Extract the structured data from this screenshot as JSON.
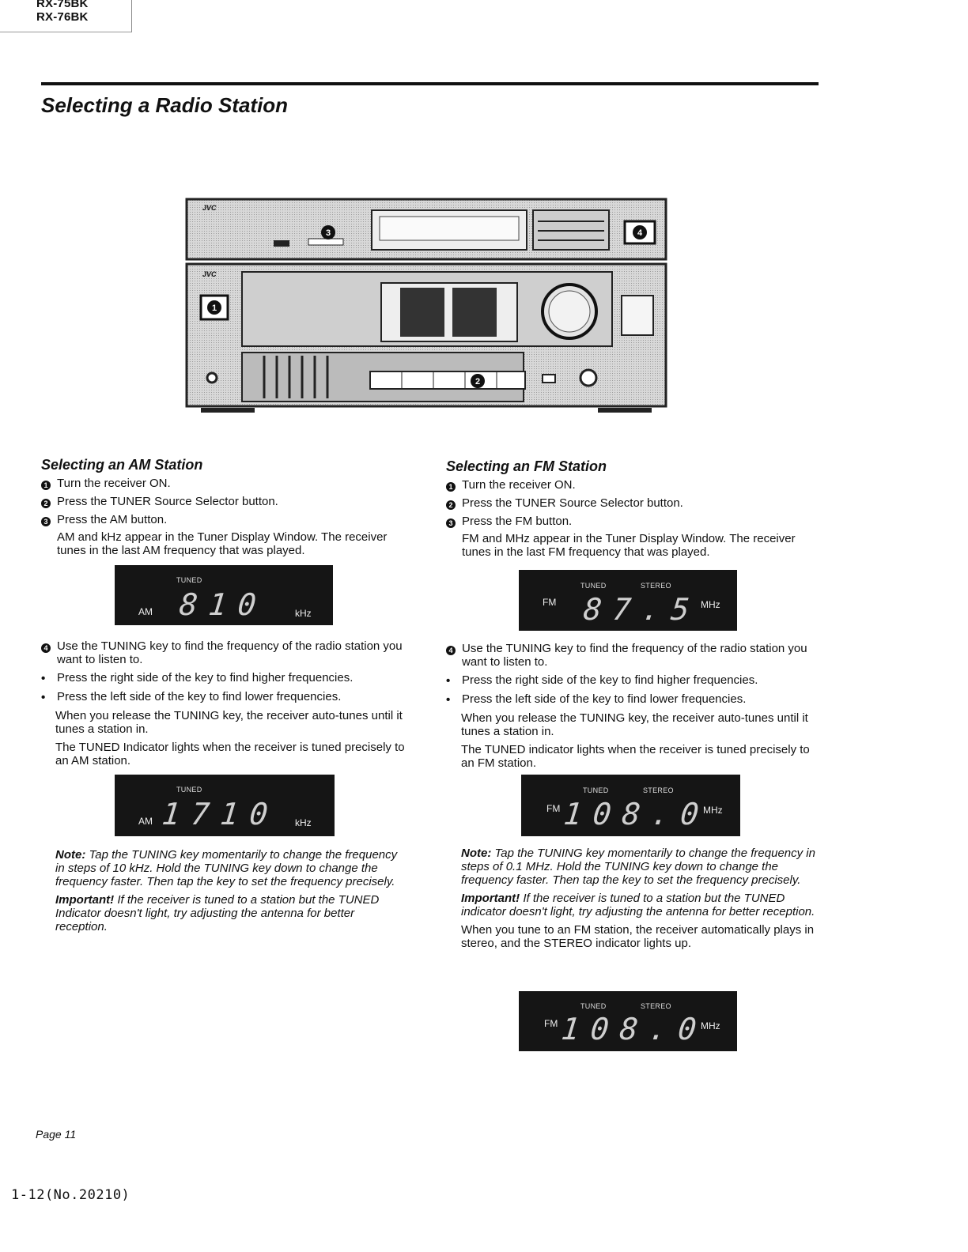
{
  "header": {
    "models": [
      "RX-75BK",
      "RX-76BK"
    ],
    "title": "Selecting a Radio Station"
  },
  "illustration": {
    "brand": "JVC",
    "callouts": [
      "1",
      "2",
      "3",
      "4"
    ]
  },
  "am": {
    "heading": "Selecting an AM Station",
    "steps": [
      {
        "num": "1",
        "text": "Turn the receiver ON."
      },
      {
        "num": "2",
        "text": "Press the TUNER Source Selector button."
      },
      {
        "num": "3",
        "text": "Press the AM button."
      }
    ],
    "para1": "AM and kHz appear in the Tuner Display Window. The receiver tunes in the last AM frequency that was played.",
    "display1": {
      "tuned": "TUNED",
      "band": "AM",
      "digits": "810",
      "unit": "kHz"
    },
    "step4": {
      "num": "4",
      "text": "Use the TUNING key to find the frequency of the radio station you want to listen to."
    },
    "bullets": [
      "Press the right side of the key to find higher frequencies.",
      "Press the left side of the key to find lower frequencies."
    ],
    "para2": "When you release the TUNING key, the receiver auto-tunes until it tunes a station in.",
    "para3": "The TUNED Indicator lights when the receiver is tuned precisely to an AM station.",
    "display2": {
      "tuned": "TUNED",
      "band": "AM",
      "digits": "1710",
      "unit": "kHz"
    },
    "note_label": "Note:",
    "note_text": " Tap the TUNING key momentarily to change the frequency in steps of 10 kHz. Hold the TUNING key down to change the frequency faster. Then tap the key to set the frequency precisely.",
    "important_label": "Important!",
    "important_text": " If the receiver is tuned to a station but the TUNED Indicator doesn't light, try adjusting the antenna for better reception."
  },
  "fm": {
    "heading": "Selecting an FM Station",
    "steps": [
      {
        "num": "1",
        "text": "Turn the receiver ON."
      },
      {
        "num": "2",
        "text": "Press the TUNER Source Selector button."
      },
      {
        "num": "3",
        "text": "Press the FM button."
      }
    ],
    "para1": "FM and MHz appear in the Tuner Display Window. The receiver tunes in the last FM frequency that was played.",
    "display1": {
      "tuned": "TUNED",
      "stereo": "STEREO",
      "band": "FM",
      "digits": "87.5",
      "unit": "MHz"
    },
    "step4": {
      "num": "4",
      "text": "Use the TUNING key to find the frequency of the radio station you want to listen to."
    },
    "bullets": [
      "Press the right side of the key to find  higher frequencies.",
      "Press the left side of the key to find lower frequencies."
    ],
    "para2": "When you release the TUNING key, the receiver auto-tunes until it tunes a station in.",
    "para3": "The TUNED indicator lights when the receiver is tuned precisely to an FM station.",
    "display2": {
      "tuned": "TUNED",
      "stereo": "STEREO",
      "band": "FM",
      "digits": "108.0",
      "unit": "MHz"
    },
    "note_label": "Note:",
    "note_text": " Tap the TUNING key momentarily to change the frequency in steps of 0.1 MHz. Hold the TUNING key down to change the frequency faster. Then tap the key to set the frequency precisely.",
    "important_label": "Important!",
    "important_text": " If the receiver is tuned to a station but the TUNED indicator doesn't light, try adjusting the antenna for better reception.",
    "para4": "When you tune to an FM station, the receiver automatically plays in stereo, and the STEREO indicator lights up.",
    "display3": {
      "tuned": "TUNED",
      "stereo": "STEREO",
      "band": "FM",
      "digits": "108.0",
      "unit": "MHz"
    }
  },
  "footer": {
    "page": "Page 11",
    "code": "1-12(No.20210)"
  }
}
